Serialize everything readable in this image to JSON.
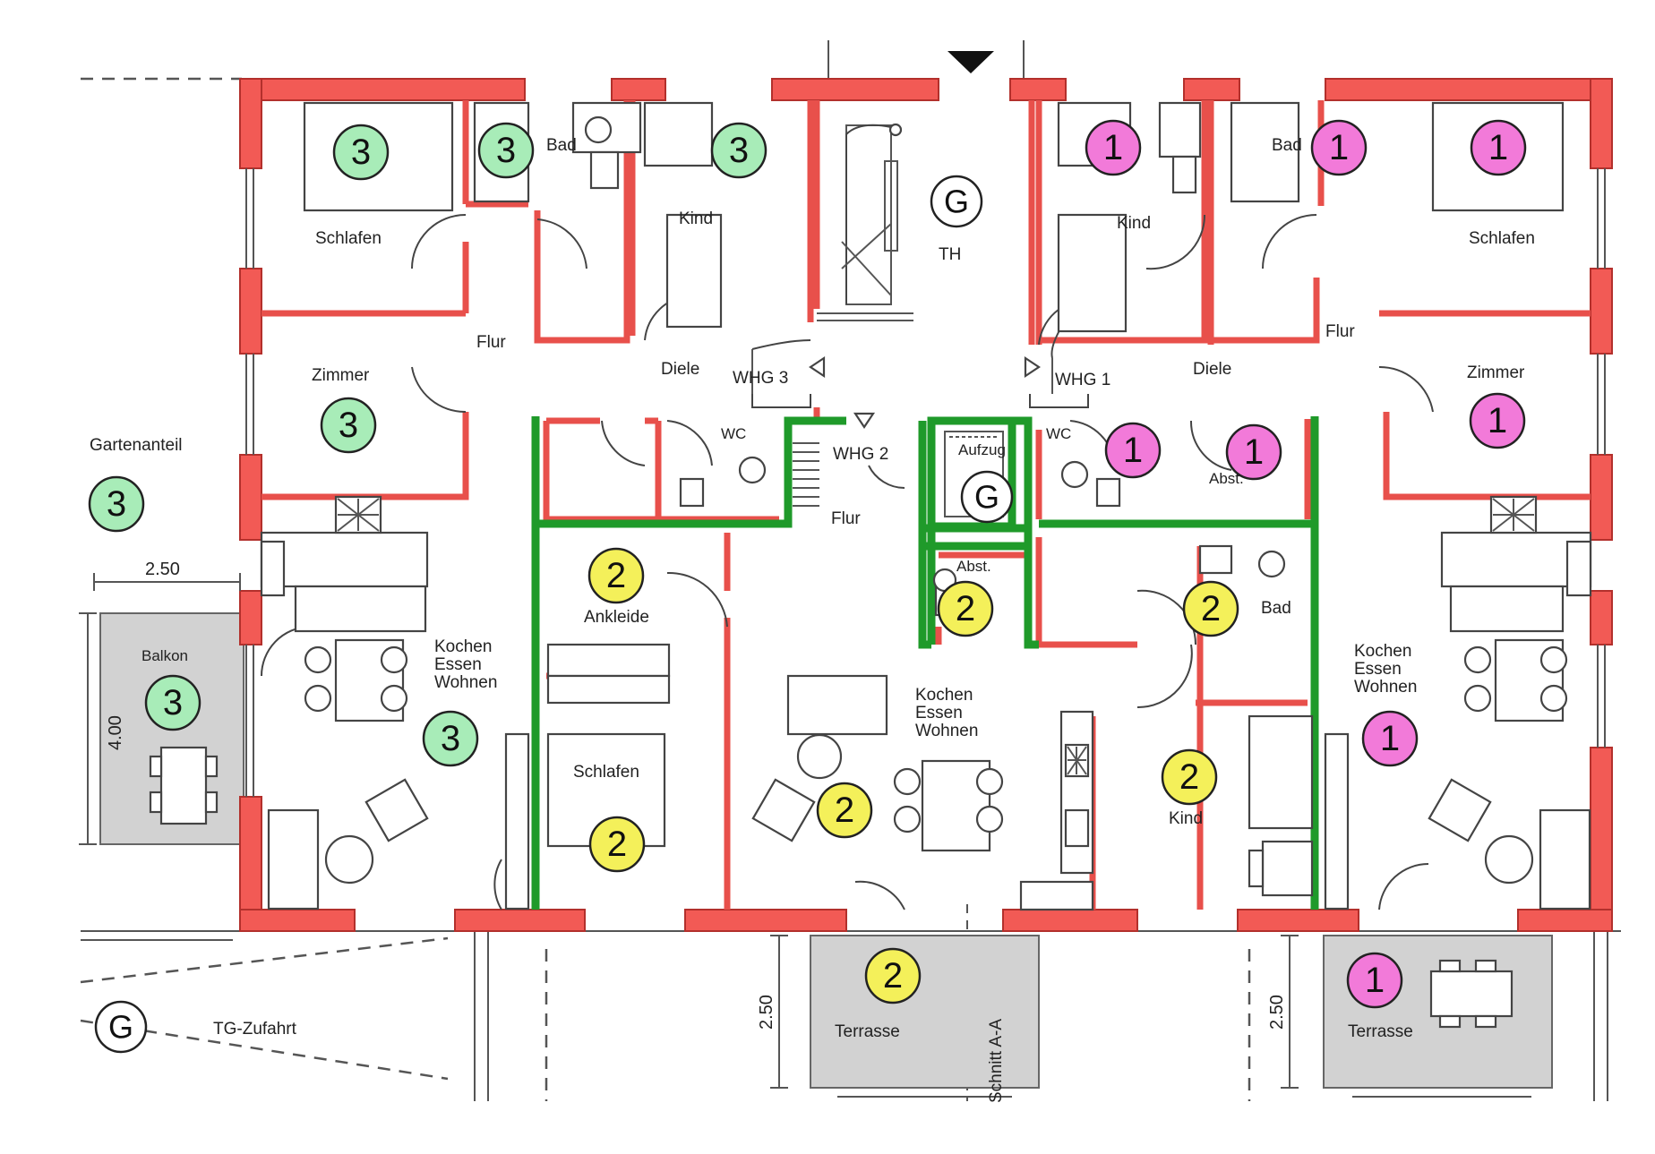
{
  "labels": {
    "schlafen_3": "Schlafen",
    "bad_3": "Bad",
    "kind_3": "Kind",
    "th": "TH",
    "kind_1": "Kind",
    "bad_1": "Bad",
    "schlafen_1": "Schlafen",
    "flur_3": "Flur",
    "zimmer_3": "Zimmer",
    "diele_3": "Diele",
    "whg3": "WHG 3",
    "whg1": "WHG 1",
    "diele_1": "Diele",
    "flur_1": "Flur",
    "zimmer_1": "Zimmer",
    "gartenanteil": "Gartenanteil",
    "wc_3": "WC",
    "whg2": "WHG 2",
    "aufzug": "Aufzug",
    "wc_1": "WC",
    "abst_1": "Abst.",
    "flur_2": "Flur",
    "ankleide": "Ankleide",
    "abst_2": "Abst.",
    "bad_2": "Bad",
    "balkon": "Balkon",
    "kew_3_a": "Kochen",
    "kew_3_b": "Essen",
    "kew_3_c": "Wohnen",
    "kew_2_a": "Kochen",
    "kew_2_b": "Essen",
    "kew_2_c": "Wohnen",
    "kew_1_a": "Kochen",
    "kew_1_b": "Essen",
    "kew_1_c": "Wohnen",
    "schlafen_2": "Schlafen",
    "kind_2": "Kind",
    "terrasse_2": "Terrasse",
    "terrasse_1": "Terrasse",
    "tg_zufahrt": "TG-Zufahrt",
    "schnitt": "Schnitt A-A"
  },
  "dimensions": {
    "balkon_width": "2.50",
    "balkon_depth": "4.00",
    "terrasse_2_depth": "2.50",
    "terrasse_1_depth": "2.50"
  },
  "markers": {
    "unit3": "3",
    "unit2": "2",
    "unit1": "1",
    "shared": "G"
  },
  "colors": {
    "unit3_fill": "#a8ecb8",
    "unit2_fill": "#f4f05a",
    "unit1_fill": "#f27ad9",
    "shared_fill": "#ffffff",
    "exterior_wall": "#f25a55",
    "unit2_wall": "#1f9a2a",
    "pad": "#d2d2d2"
  }
}
